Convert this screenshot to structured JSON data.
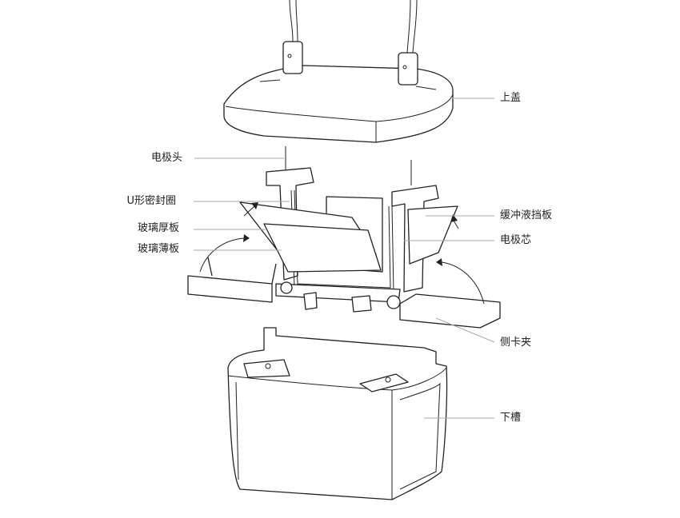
{
  "title": "Electrophoresis tank exploded view",
  "labels": {
    "lid": "上盖",
    "electrode_head": "电极头",
    "u_seal": "U形密封圈",
    "thick_glass": "玻璃厚板",
    "thin_glass": "玻璃薄板",
    "buffer_dam": "缓冲液挡板",
    "electrode_core": "电极芯",
    "side_clamp": "侧卡夹",
    "lower_tank": "下槽"
  },
  "colors": {
    "line": "#222222",
    "leader": "#aaaaaa"
  }
}
